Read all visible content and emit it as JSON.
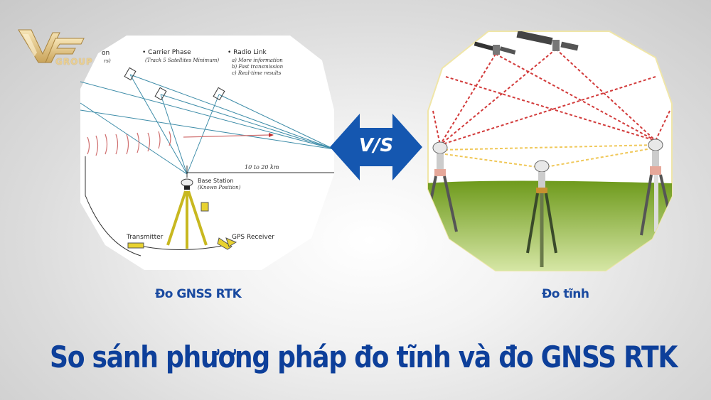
{
  "brand": {
    "logo_text": "GROUP",
    "accent_color": "#e9cf93"
  },
  "left_diagram": {
    "labels": {
      "partial_left": "on",
      "partial_left_sub": "rs)",
      "carrier_phase": "• Carrier Phase",
      "carrier_phase_sub": "(Track 5 Satellites Minimum)",
      "radio_link": "• Radio Link",
      "radio_link_items": [
        "a) More information",
        "b) Fast transmission",
        "c) Real-time results"
      ],
      "distance": "10 to 20 km",
      "base_station": "Base Station",
      "base_station_sub": "(Known Position)",
      "transmitter": "Transmitter",
      "gps_receiver": "GPS Receiver"
    }
  },
  "vs_badge": {
    "label": "V/S",
    "color": "#1557b0"
  },
  "captions": {
    "left": "Đo GNSS RTK",
    "right": "Đo tĩnh"
  },
  "title": "So sánh phương pháp đo tĩnh và đo GNSS RTK",
  "colors": {
    "title": "#0d3f9a",
    "caption": "#1a4aa0",
    "signal_red": "#d23a3a",
    "signal_yellow": "#f0c85a",
    "ground_green": "#7fa62a"
  }
}
